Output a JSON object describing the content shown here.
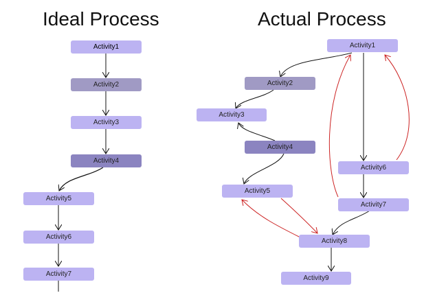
{
  "ideal": {
    "title": "Ideal Process",
    "activities": [
      "Activity1",
      "Activity2",
      "Activity3",
      "Activity4",
      "Activity5",
      "Activity6",
      "Activity7"
    ]
  },
  "actual": {
    "title": "Actual Process",
    "activities": [
      "Activity1",
      "Activity2",
      "Activity3",
      "Activity4",
      "Activity5",
      "Activity6",
      "Activity7",
      "Activity8",
      "Activity9"
    ]
  },
  "colors": {
    "node_light": "#bcb3f2",
    "node_medium": "#a09ac4",
    "node_dark": "#8b84c0",
    "arrow_normal": "#111111",
    "arrow_rework": "#cc2222"
  }
}
